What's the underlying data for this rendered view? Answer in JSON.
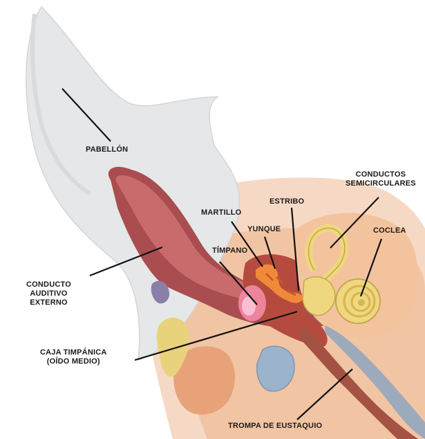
{
  "labels": {
    "pabellon": "PABELLÓN",
    "conducto_line1": "CONDUCTO",
    "conducto_line2": "AUDITIVO",
    "conducto_line3": "EXTERNO",
    "caja_line1": "CAJA TIMPÁNICA",
    "caja_line2": "(OÍDO MEDIO)",
    "timpano": "TÍMPANO",
    "martillo": "MARTILLO",
    "yunque": "YUNQUE",
    "estribo": "ESTRIBO",
    "semicirculares_line1": "CONDUCTOS",
    "semicirculares_line2": "SEMICIRCULARES",
    "coclea": "COCLEA",
    "trompa": "TROMPA DE EUSTAQUIO"
  },
  "colors": {
    "pinna": "#e6e7e8",
    "canal": "#b8585a",
    "tissue": "#f3c9a8",
    "bone_yellow": "#efd77f",
    "eustachian": "#8ea6bf",
    "eardrum": "#f48aa6",
    "ossicles": "#f08a3a"
  }
}
